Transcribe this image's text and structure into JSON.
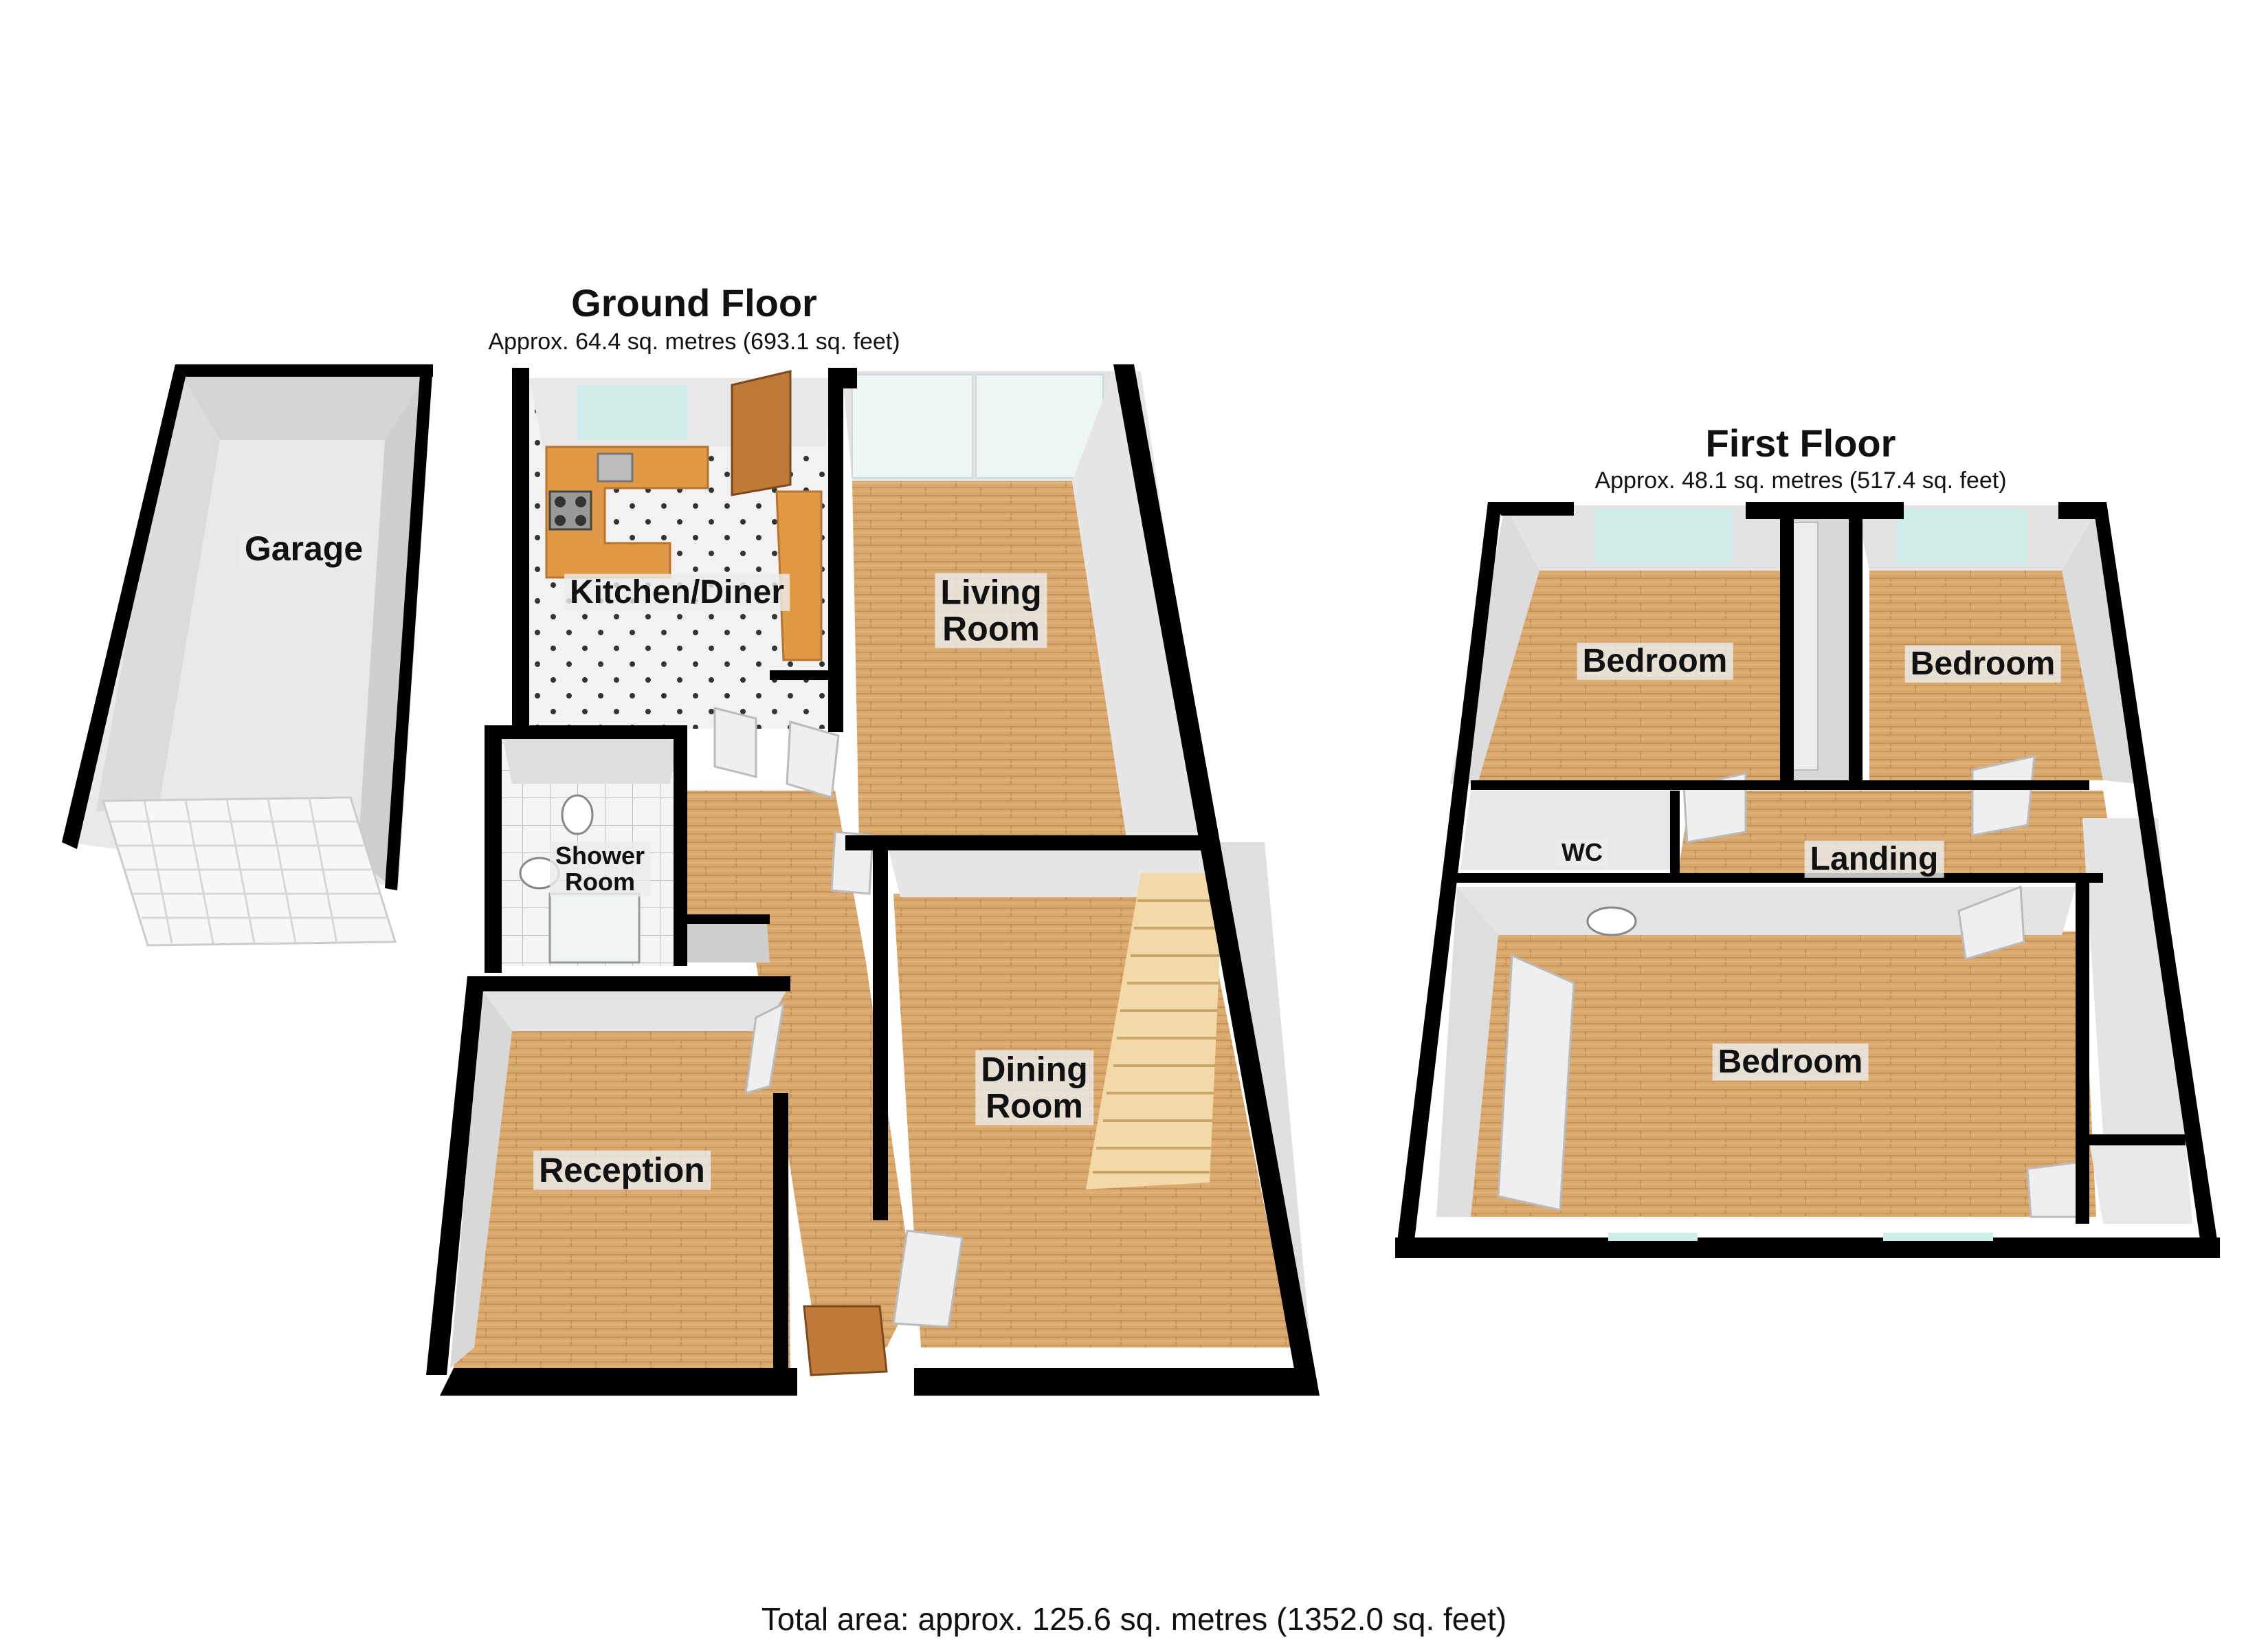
{
  "ground_floor": {
    "title": "Ground Floor",
    "area": "Approx. 64.4 sq. metres (693.1 sq. feet)",
    "rooms": {
      "garage": "Garage",
      "kitchen": "Kitchen/Diner",
      "living_line1": "Living",
      "living_line2": "Room",
      "shower_line1": "Shower",
      "shower_line2": "Room",
      "dining_line1": "Dining",
      "dining_line2": "Room",
      "reception": "Reception"
    }
  },
  "first_floor": {
    "title": "First Floor",
    "area": "Approx. 48.1 sq. metres (517.4 sq. feet)",
    "rooms": {
      "bedroom_left": "Bedroom",
      "bedroom_right": "Bedroom",
      "wc": "WC",
      "landing": "Landing",
      "bedroom_main": "Bedroom"
    }
  },
  "total_area": "Total area: approx. 125.6 sq. metres (1352.0 sq. feet)",
  "colors": {
    "wall": "#000000",
    "wall_face": "#f2f2f2",
    "wood_floor": "#d7a66c",
    "tile_floor": "#f1f1f1",
    "worktop": "#e09a45",
    "window": "#cfeeea"
  }
}
